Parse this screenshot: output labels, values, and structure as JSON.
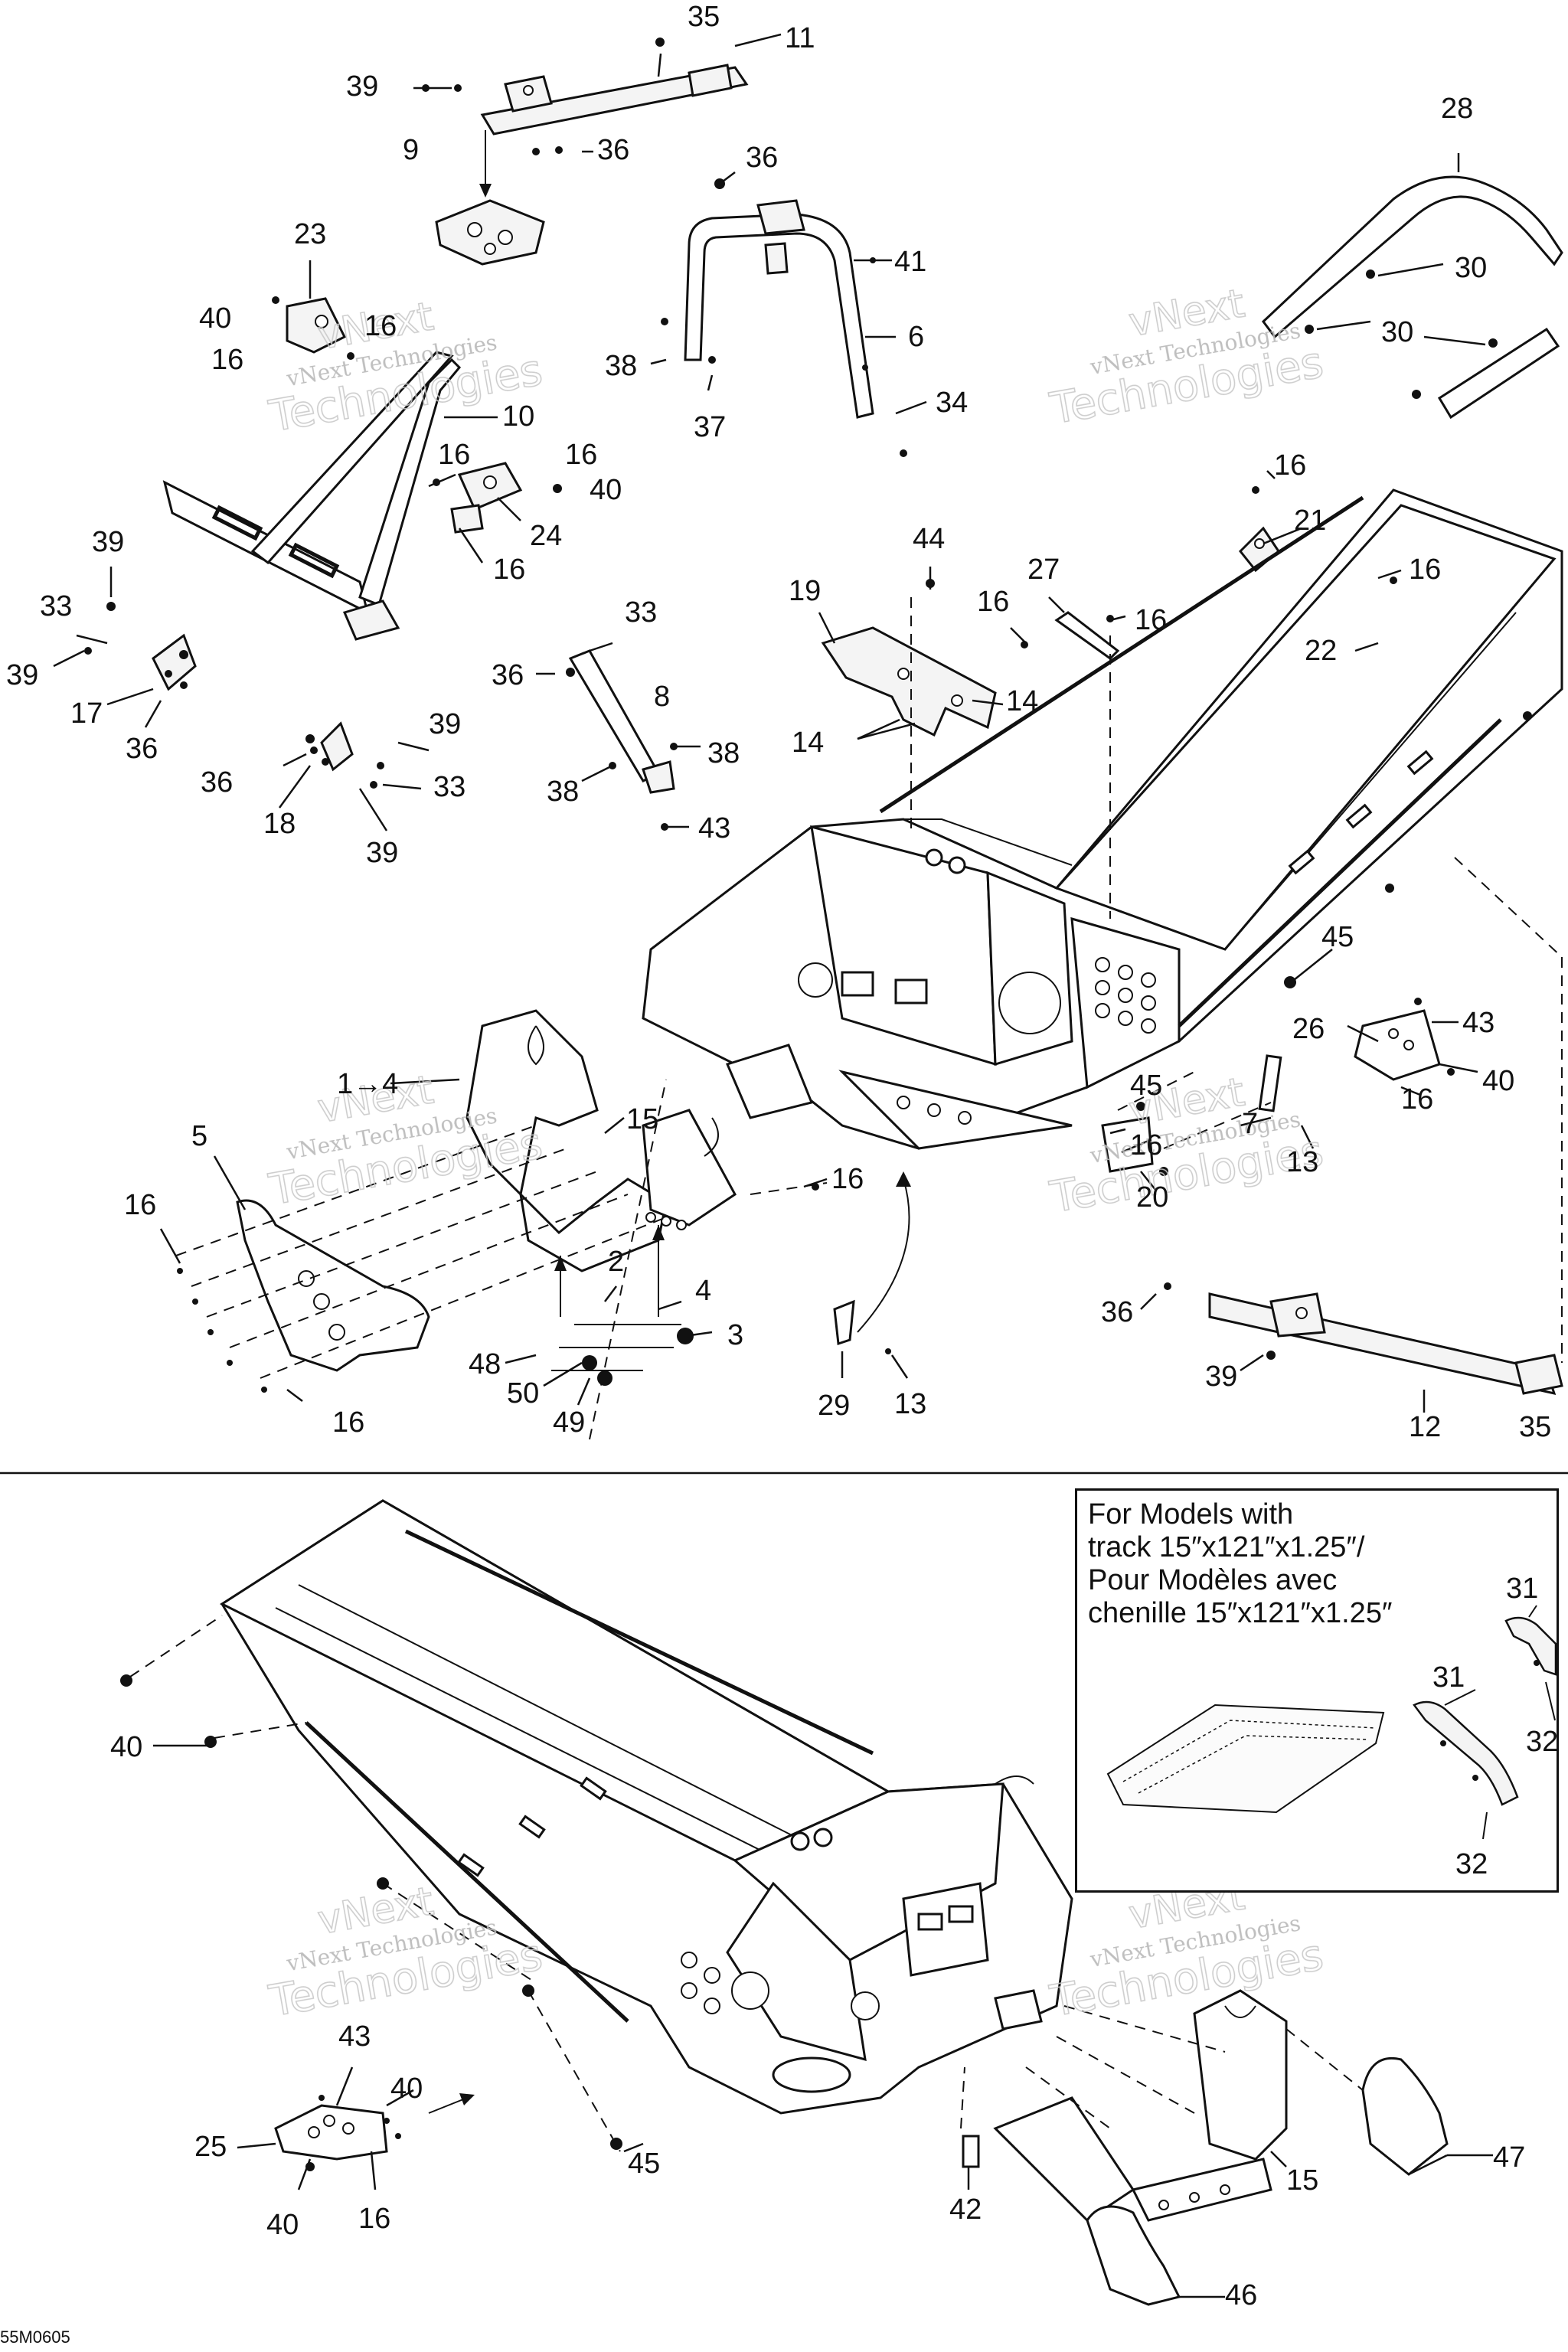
{
  "watermark": {
    "line1": "vNext",
    "line2": "vNext Technologies",
    "line3": "Technologies"
  },
  "note_box": {
    "text": "For Models with\ntrack 15″x121″x1.25″/\nPour Modèles avec\nchenille 15″x121″x1.25″"
  },
  "reference_code": "55M0605",
  "callouts": {
    "c35a": "35",
    "c11": "11",
    "c39a": "39",
    "c36a": "36",
    "c9": "9",
    "c36b": "36",
    "c41": "41",
    "c6": "6",
    "c38a": "38",
    "c37": "37",
    "c34": "34",
    "c28": "28",
    "c30a": "30",
    "c30b": "30",
    "c23": "23",
    "c40a": "40",
    "c16a": "16",
    "c16b": "16",
    "c10": "10",
    "c16c": "16",
    "c16d": "16",
    "c40b": "40",
    "c24": "24",
    "c16e": "16",
    "c39b": "39",
    "c33a": "33",
    "c39c": "39",
    "c17": "17",
    "c36c": "36",
    "c39d": "39",
    "c36d": "36",
    "c33b": "33",
    "c18": "18",
    "c39e": "39",
    "c33c": "33",
    "c36e": "36",
    "c8": "8",
    "c38b": "38",
    "c38c": "38",
    "c43a": "43",
    "c44": "44",
    "c19": "19",
    "c27": "27",
    "c16f": "16",
    "c16g": "16",
    "c14a": "14",
    "c14b": "14",
    "c16h": "16",
    "c21": "21",
    "c16i": "16",
    "c22": "22",
    "c45a": "45",
    "c26": "26",
    "c43b": "43",
    "c40c": "40",
    "c16j": "16",
    "c14": "1→4",
    "c5": "5",
    "c15a": "15",
    "c16k": "16",
    "c16l": "16",
    "c2": "2",
    "c4": "4",
    "c3": "3",
    "c48": "48",
    "c50": "50",
    "c49": "49",
    "c16m": "16",
    "c45b": "45",
    "c16n": "16",
    "c7": "7",
    "c13a": "13",
    "c20": "20",
    "c29": "29",
    "c13b": "13",
    "c36f": "36",
    "c39f": "39",
    "c12": "12",
    "c35b": "35",
    "c31a": "31",
    "c31b": "31",
    "c32a": "32",
    "c32b": "32",
    "c40d": "40",
    "c43c": "43",
    "c40e": "40",
    "c25": "25",
    "c40f": "40",
    "c16o": "16",
    "c45c": "45",
    "c42": "42",
    "c15b": "15",
    "c47": "47",
    "c46": "46"
  }
}
